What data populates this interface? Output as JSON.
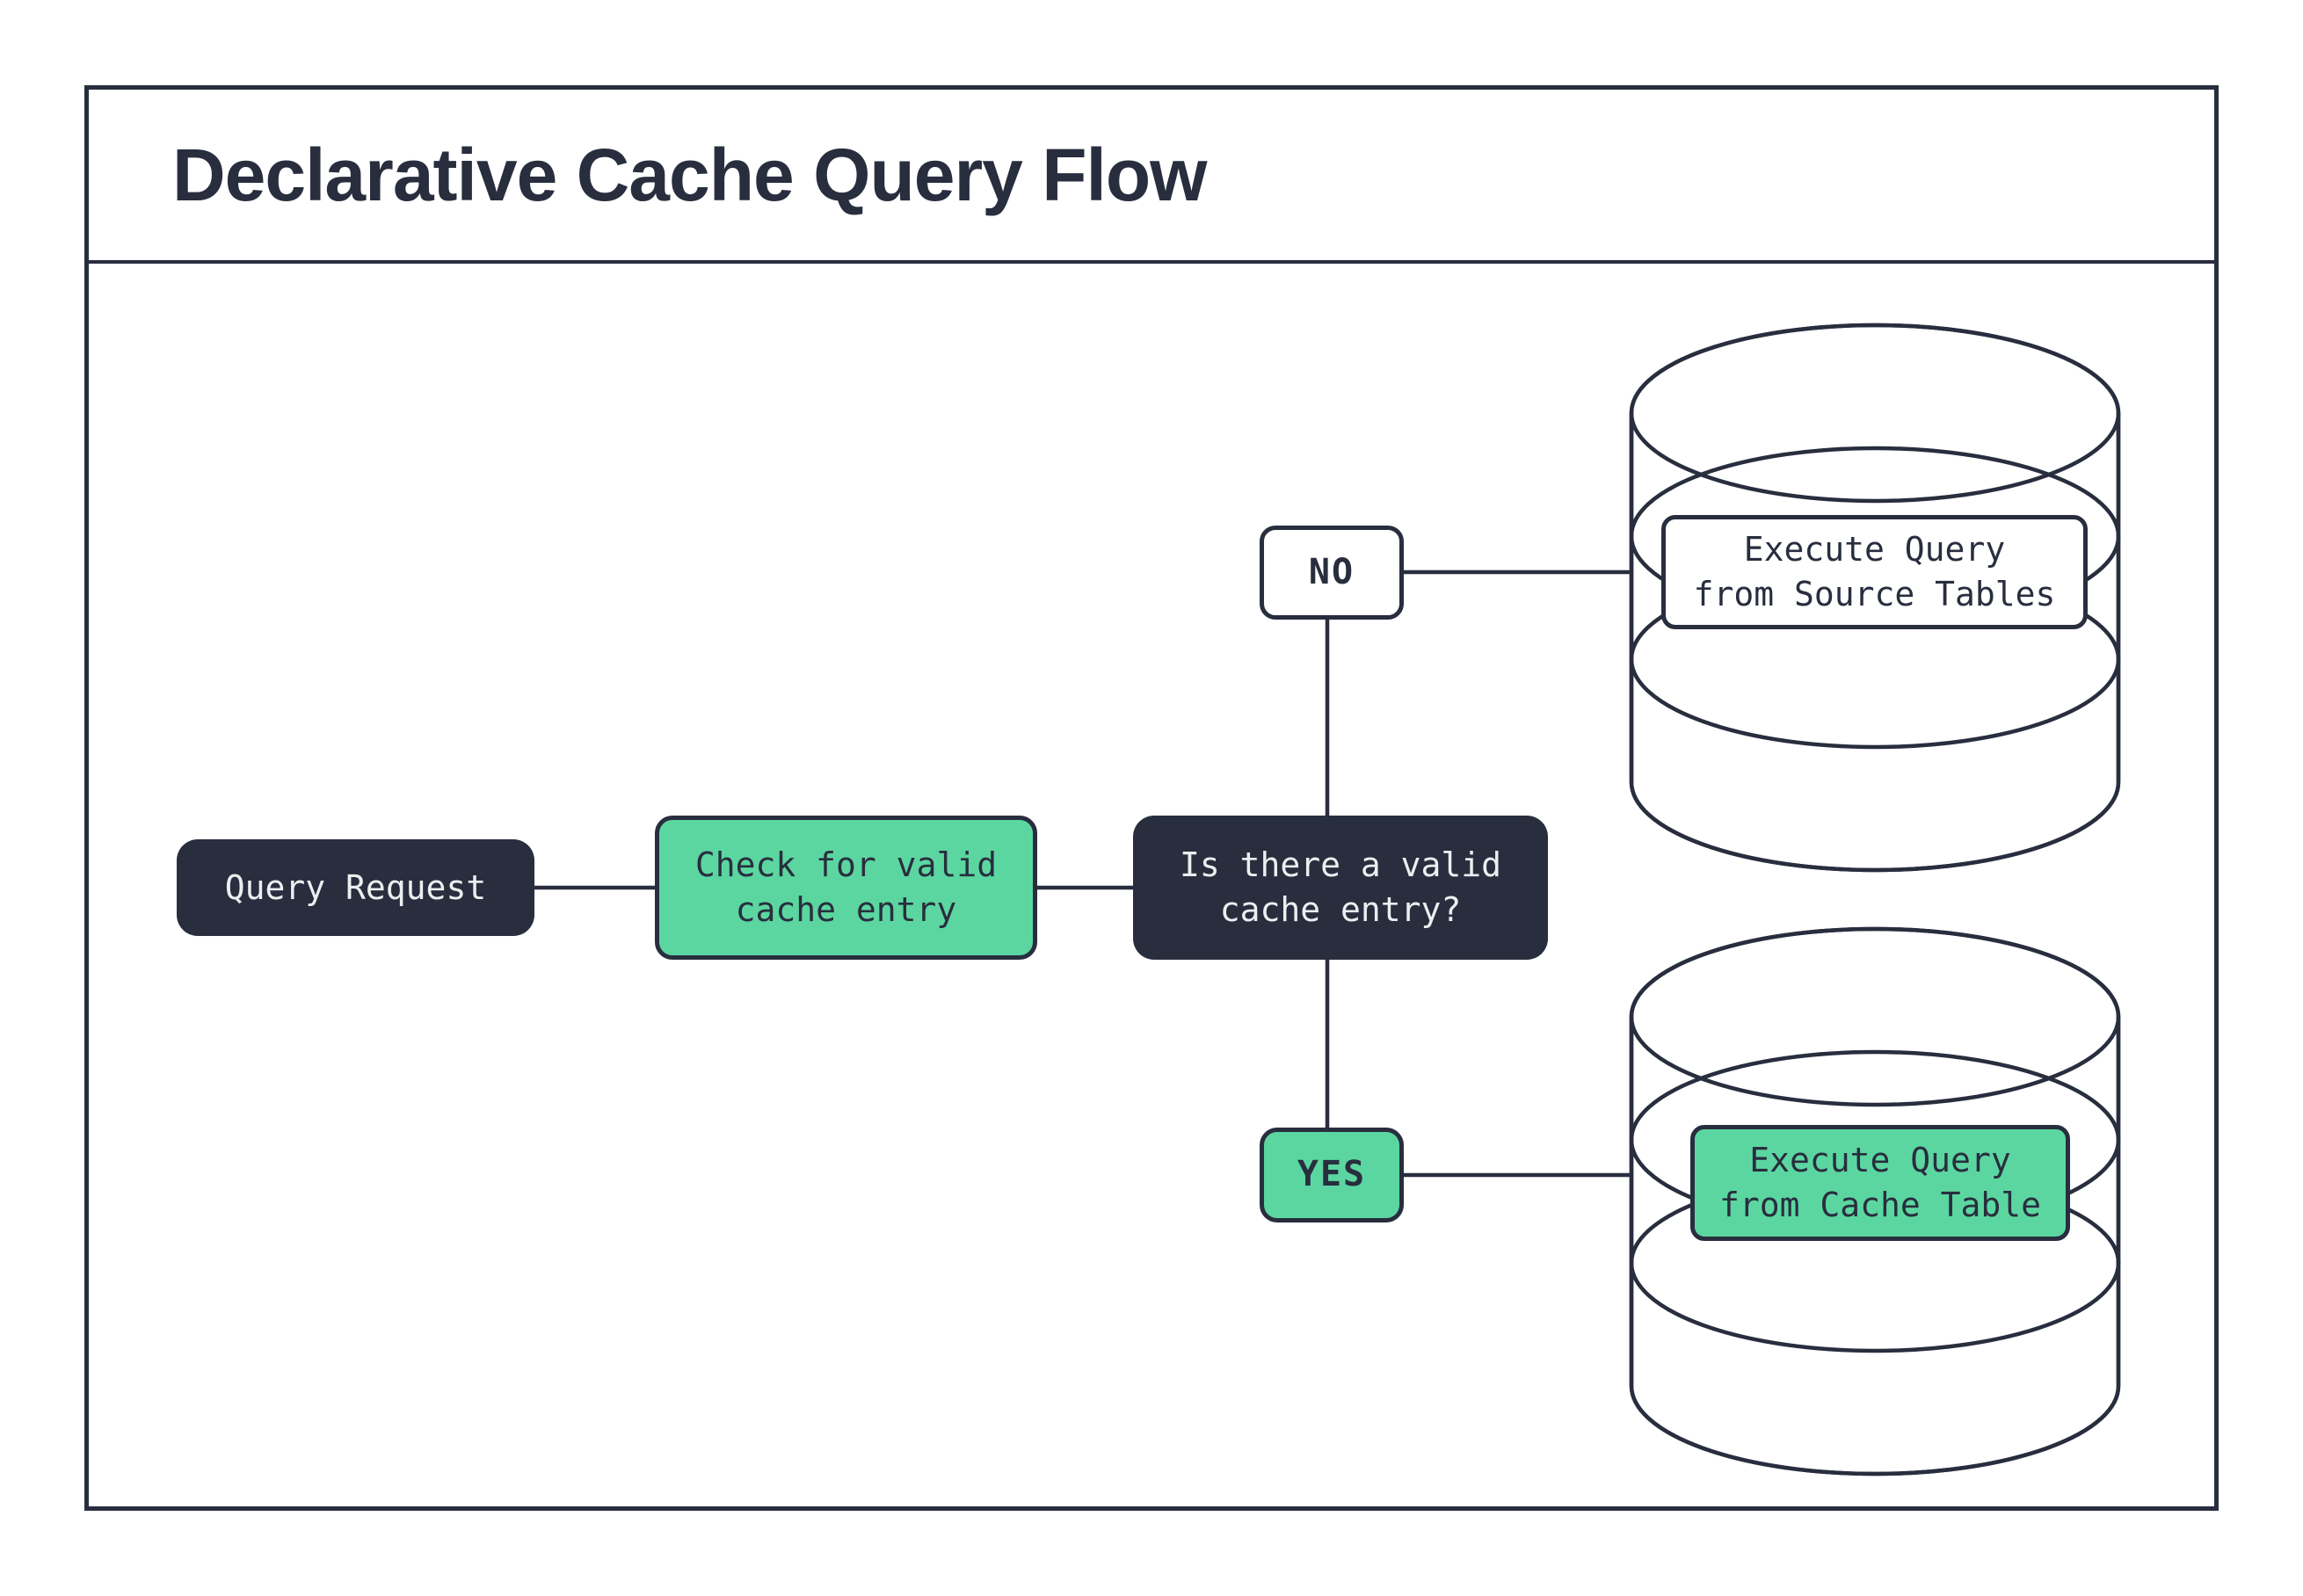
{
  "title": "Declarative Cache Query Flow",
  "colors": {
    "ink": "#282e3e",
    "green": "#5cd6a0",
    "paper": "#ffffff",
    "light_text": "#eceef0"
  },
  "nodes": {
    "query_request": {
      "label": "Query Request"
    },
    "check_cache": {
      "label": "Check for valid\ncache entry"
    },
    "decision": {
      "label": "Is there a valid\ncache entry?"
    },
    "no_branch": {
      "label": "NO"
    },
    "yes_branch": {
      "label": "YES"
    },
    "source_db": {
      "label": "Execute Query\nfrom Source Tables"
    },
    "cache_db": {
      "label": "Execute Query\nfrom Cache Table"
    }
  }
}
